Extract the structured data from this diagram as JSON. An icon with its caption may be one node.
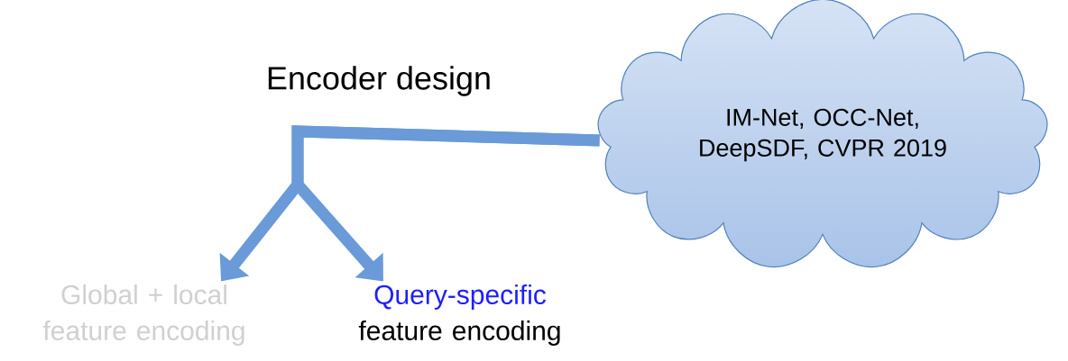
{
  "diagram": {
    "nodes": [
      {
        "text": [
          "Encoder design"
        ]
      },
      {
        "text": [
          "IM-Net, OCC-Net, DeepSDF, CVPR 2019"
        ]
      },
      {
        "text": [
          "Global + local feature encoding"
        ]
      },
      {
        "text": [
          "Query-specific",
          "feature encoding"
        ]
      }
    ],
    "edges": [
      {
        "from": 1,
        "to": 2,
        "arrow": "to"
      },
      {
        "from": 1,
        "to": 3,
        "arrow": "to"
      }
    ]
  }
}
